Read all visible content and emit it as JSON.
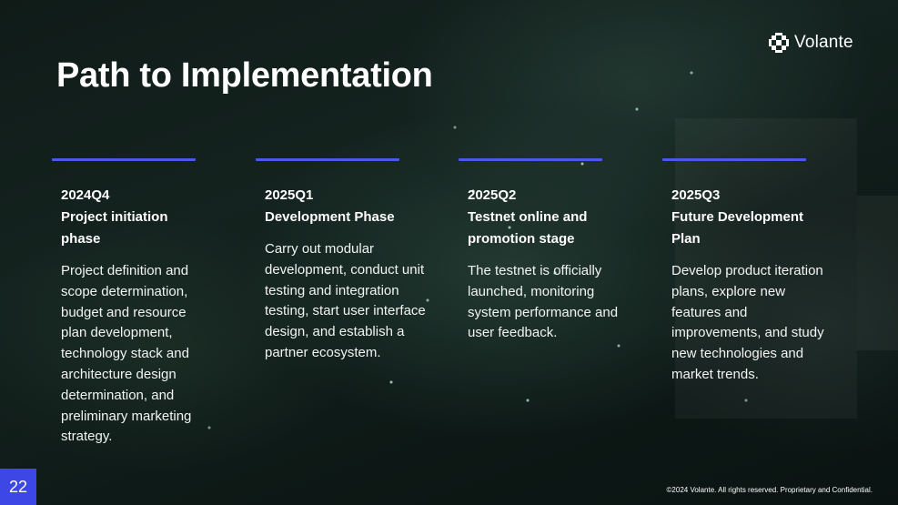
{
  "brand": {
    "name": "Volante"
  },
  "slide": {
    "title": "Path to Implementation",
    "page_number": "22",
    "footer": "©2024 Volante. All rights reserved. Proprietary and Confidential."
  },
  "milestones": [
    {
      "quarter": "2024Q4",
      "heading": "Project initiation phase",
      "description": "Project definition and scope determination, budget and resource plan development, technology stack and architecture design determination, and preliminary marketing strategy."
    },
    {
      "quarter": "2025Q1",
      "heading": "Development Phase",
      "description": "Carry out modular development, conduct unit testing and integration testing, start user interface design, and establish a partner ecosystem."
    },
    {
      "quarter": "2025Q2",
      "heading": "Testnet online and promotion stage",
      "description": "The testnet is officially launched, monitoring system performance and user feedback."
    },
    {
      "quarter": "2025Q3",
      "heading": "Future Development Plan",
      "description": "Develop product iteration plans, explore new features and improvements, and study new technologies and market trends."
    }
  ],
  "colors": {
    "accent": "#4a5ae8",
    "page_badge": "#3d47e6",
    "background": "#12201c"
  }
}
